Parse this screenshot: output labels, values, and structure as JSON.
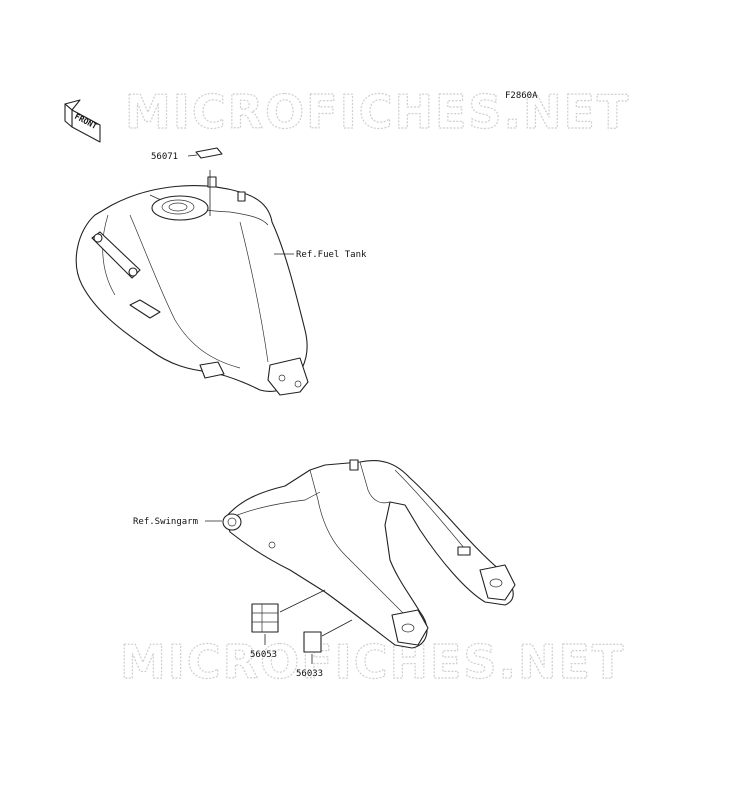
{
  "diagram": {
    "code": "F2860A",
    "front_label": "FRONT",
    "watermark": "MICROFICHES.NET",
    "parts": [
      {
        "id": "56071",
        "label": "56071"
      },
      {
        "id": "56053",
        "label": "56053"
      },
      {
        "id": "56033",
        "label": "56033"
      }
    ],
    "references": [
      {
        "label": "Ref.Fuel Tank"
      },
      {
        "label": "Ref.Swingarm"
      }
    ]
  }
}
